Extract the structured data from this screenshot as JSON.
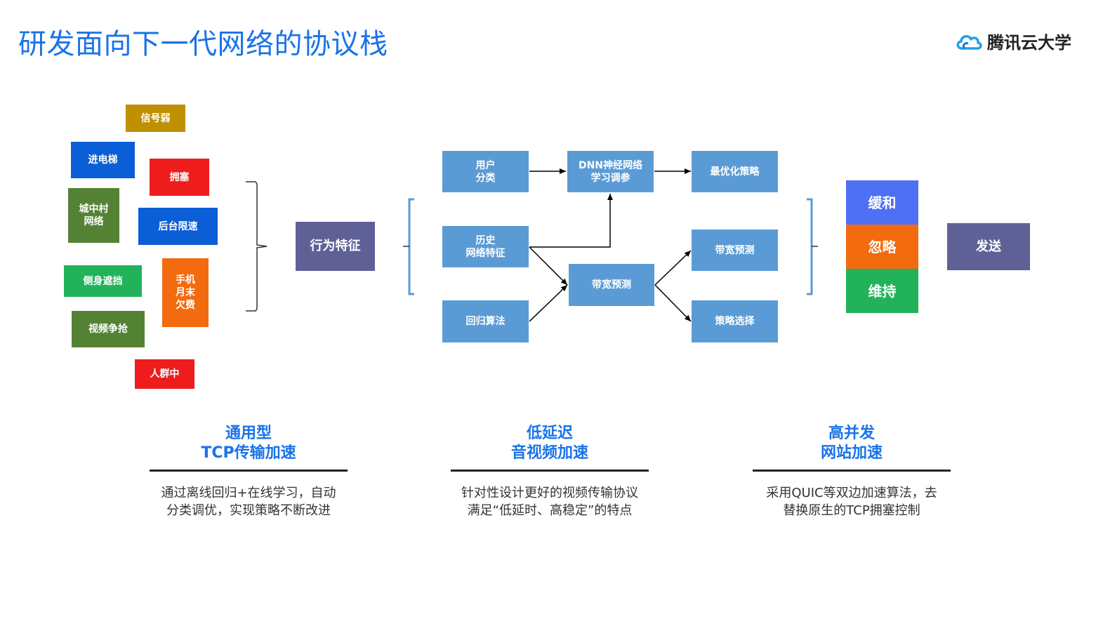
{
  "header": {
    "title": "研发面向下一代网络的协议栈",
    "logo_text": "腾讯云大学"
  },
  "factors": [
    {
      "label": "信号弱",
      "color": "#bf9000"
    },
    {
      "label": "进电梯",
      "color": "#0b5fd6"
    },
    {
      "label": "拥塞",
      "color": "#ee1c1c"
    },
    {
      "label": "城中村\n网络",
      "color": "#548235"
    },
    {
      "label": "后台限速",
      "color": "#0b5fd6"
    },
    {
      "label": "侧身遮挡",
      "color": "#22b35a"
    },
    {
      "label": "手机\n月末\n欠费",
      "color": "#f26b0f"
    },
    {
      "label": "视频争抢",
      "color": "#548235"
    },
    {
      "label": "人群中",
      "color": "#ee1c1c"
    }
  ],
  "behavior": {
    "label": "行为特征",
    "color": "#5f6196"
  },
  "flow": {
    "user_class": "用户\n分类",
    "dnn": "DNN神经网络\n学习调参",
    "best_policy": "最优化策略",
    "history": "历史\n网络特征",
    "regression": "回归算法",
    "bw_predict_mid": "带宽预测",
    "bw_predict_right": "带宽预测",
    "policy_select": "策略选择",
    "node_color": "#5b9bd5"
  },
  "actions": [
    {
      "label": "缓和",
      "color": "#4f6ff5"
    },
    {
      "label": "忽略",
      "color": "#f26b0f"
    },
    {
      "label": "维持",
      "color": "#22b35a"
    }
  ],
  "send": {
    "label": "发送",
    "color": "#5f6196"
  },
  "sections": [
    {
      "title": "通用型\nTCP传输加速",
      "desc": "通过离线回归+在线学习，自动\n分类调优，实现策略不断改进"
    },
    {
      "title": "低延迟\n音视频加速",
      "desc": "针对性设计更好的视频传输协议\n满足“低延时、高稳定”的特点"
    },
    {
      "title": "高并发\n网站加速",
      "desc": "采用QUIC等双边加速算法，去\n替换原生的TCP拥塞控制"
    }
  ],
  "colors": {
    "title": "#1a73e8",
    "accent_line": "#222222",
    "bracket": "#5b9bd5"
  }
}
